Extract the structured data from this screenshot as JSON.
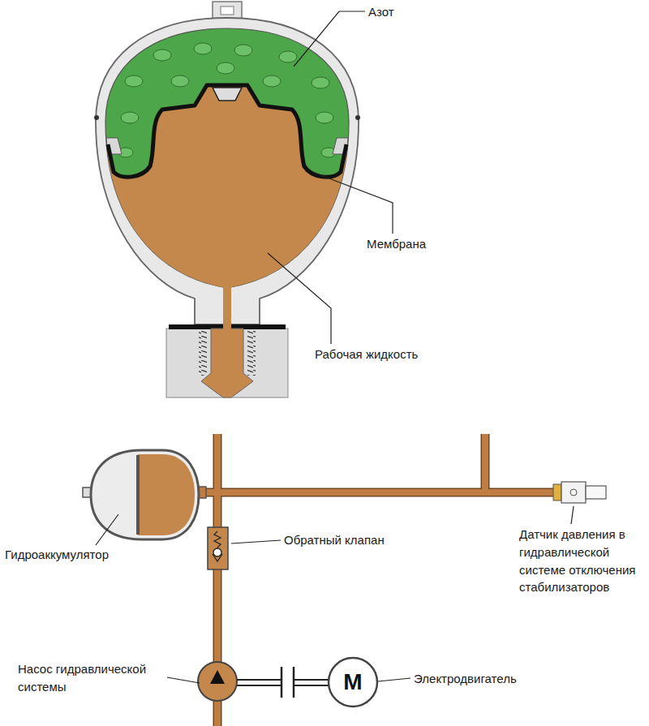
{
  "diagram": {
    "nodes": [
      {
        "text": [
          "M"
        ]
      }
    ],
    "labels": [
      "Азот",
      "Мембрана",
      "Рабочая жидкость",
      "Гидроаккумулятор",
      "Обратный клапан",
      "Датчик давления в гидравлической системе отключения стабилизаторов",
      "Насос гидравлической системы",
      "Электродвигатель"
    ]
  }
}
